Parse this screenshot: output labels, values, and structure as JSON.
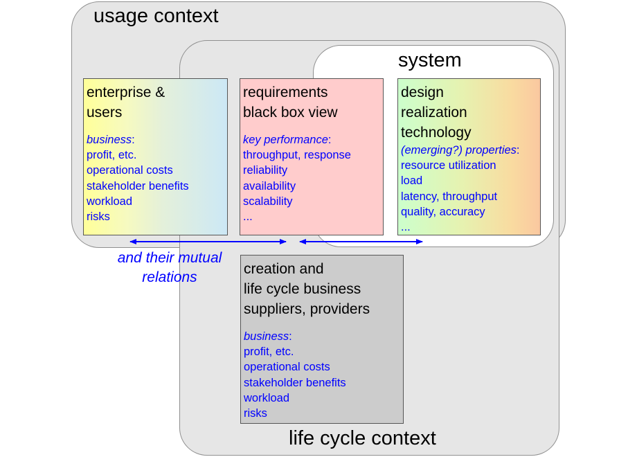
{
  "regions": {
    "usage_context": "usage context",
    "system": "system",
    "life_cycle_context": "life cycle context"
  },
  "boxes": {
    "enterprise": {
      "title_lines": [
        "enterprise &",
        "users"
      ],
      "subtitle": "business",
      "subtitle_suffix": ":",
      "items": [
        "profit, etc.",
        "operational costs",
        "stakeholder benefits",
        "workload",
        "risks"
      ]
    },
    "requirements": {
      "title_lines": [
        "requirements",
        "black box view"
      ],
      "subtitle": "key performance",
      "subtitle_suffix": ":",
      "items": [
        "throughput, response",
        "reliability",
        "availability",
        "scalability",
        "..."
      ]
    },
    "design": {
      "title_lines": [
        "design",
        "realization",
        "technology"
      ],
      "subtitle": "(emerging?) properties",
      "subtitle_suffix": ":",
      "items": [
        "resource utilization",
        "load",
        "latency, throughput",
        "quality, accuracy",
        "..."
      ]
    },
    "creation": {
      "title_lines": [
        "creation and",
        "life cycle business",
        "suppliers, providers"
      ],
      "subtitle": "business",
      "subtitle_suffix": ":",
      "items": [
        "profit, etc.",
        "operational costs",
        "stakeholder benefits",
        "workload",
        "risks"
      ]
    }
  },
  "relations": {
    "lines": [
      "and their mutual",
      "relations"
    ]
  },
  "colors": {
    "region_fill": "#e6e6e6",
    "system_fill": "#ffffff",
    "arrow": "#0000ff",
    "list_text": "#0000ff",
    "requirements_fill": "#ffcccc",
    "creation_fill": "#cccccc"
  }
}
